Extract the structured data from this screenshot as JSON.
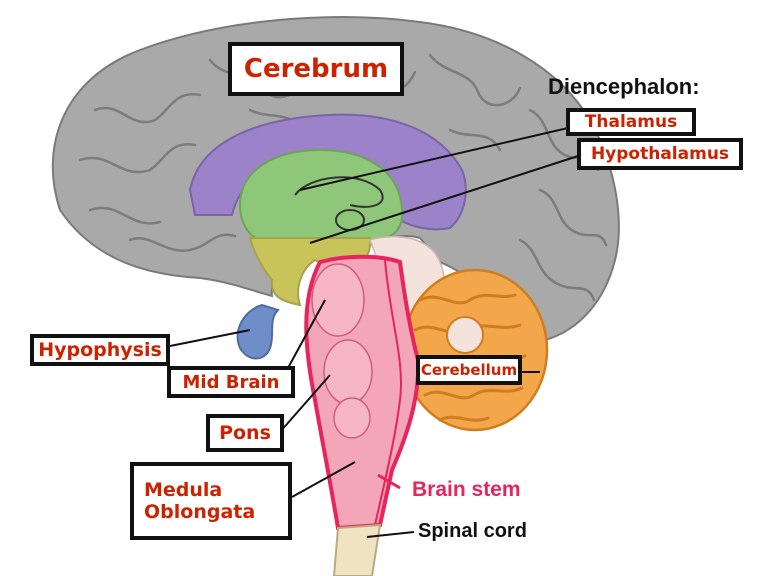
{
  "labels": {
    "cerebrum": "Cerebrum",
    "diencephalon": "Diencephalon:",
    "thalamus": "Thalamus",
    "hypothalamus": "Hypothalamus",
    "hypophysis": "Hypophysis",
    "mid_brain": "Mid Brain",
    "pons": "Pons",
    "medulla_line1": "Medula",
    "medulla_line2": "Oblongata",
    "cerebellum": "Cerebellum",
    "brain_stem": "Brain stem",
    "spinal_cord": "Spinal cord"
  },
  "colors": {
    "cerebrum": "#a9a9a9",
    "corpus": "#9b82c9",
    "thalamus": "#8fc77a",
    "hypothalamus": "#c8c45a",
    "hypophysis": "#6f8dc8",
    "brain_stem": "#f3a6b8",
    "brain_stem_outline": "#e8245c",
    "cerebellum": "#f4a64a",
    "spinal_cord": "#efe3c2",
    "label_red": "#cc2200"
  }
}
